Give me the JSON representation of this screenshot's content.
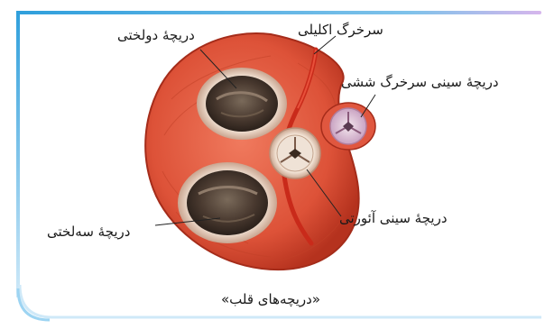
{
  "labels": {
    "mitral_valve": "دریچهٔ دولختی",
    "coronary_artery": "سرخرگ اکلیلی",
    "pulmonary_valve": "دریچهٔ سینی سرخرگ ششی",
    "aortic_valve": "دریچهٔ سینی آئورتی",
    "tricuspid_valve": "دریچهٔ سه‌لختی"
  },
  "caption": "«دریچه‌های قلب»",
  "colors": {
    "frame_top": "#3aa6e0",
    "frame_side": "#8fd0f0",
    "frame_accent": "#c9a9e6",
    "heart_muscle": "#e0573f",
    "heart_dark": "#b8321f",
    "valve_ring": "#e9d3c4",
    "valve_interior": "#5a4a3e"
  }
}
